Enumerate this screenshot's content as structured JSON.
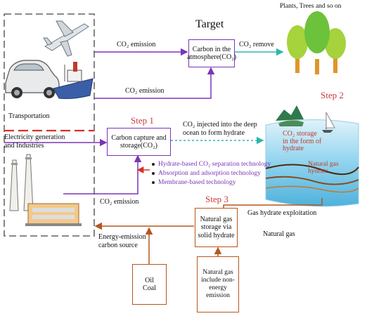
{
  "target": {
    "title": "Target",
    "box": "Carbon in the\natmosphere(CO₂)"
  },
  "plants_label": "Plants, Trees and so on",
  "edges": {
    "co2_emission_top": "CO₂ emission",
    "co2_remove": "CO₂ remove",
    "co2_emission_mid": "CO₂ emission",
    "co2_emission_bottom": "CO₂ emission",
    "co2_injected": "CO₂ injected into the deep\nocean to form hydrate",
    "gas_hydrate_exploitation": "Gas hydrate exploitation",
    "natural_gas": "Natural gas",
    "energy_emission": "Energy-emission\ncarbon source"
  },
  "sources": {
    "transportation": "Transportation",
    "electricity": "Electricity generation\nand Industries"
  },
  "step1": {
    "title": "Step 1",
    "box": "Carbon capture and\nstorage(CO₂)",
    "technologies": [
      "Hydrate-based CO₂ separation technology",
      "Absorption and adsorption technology",
      "Membrane-based technology"
    ]
  },
  "step2": {
    "title": "Step 2",
    "storage": "CO₂ storage\nin the form of\nhydrate",
    "natural_gas_hydrate": "Natural gas\nhydrate"
  },
  "step3": {
    "title": "Step 3",
    "box": "Natural gas\nstorage via\nsolid hydrate"
  },
  "inputs": {
    "oil_coal": "Oil\nCoal",
    "non_energy": "Natural gas\ninclude non-\nenergy\nemission"
  },
  "colors": {
    "purple": "#7b35b5",
    "brown": "#b5561e",
    "teal": "#2fb5b0",
    "step_red": "#c83b3b",
    "dash_red": "#d9302a"
  }
}
